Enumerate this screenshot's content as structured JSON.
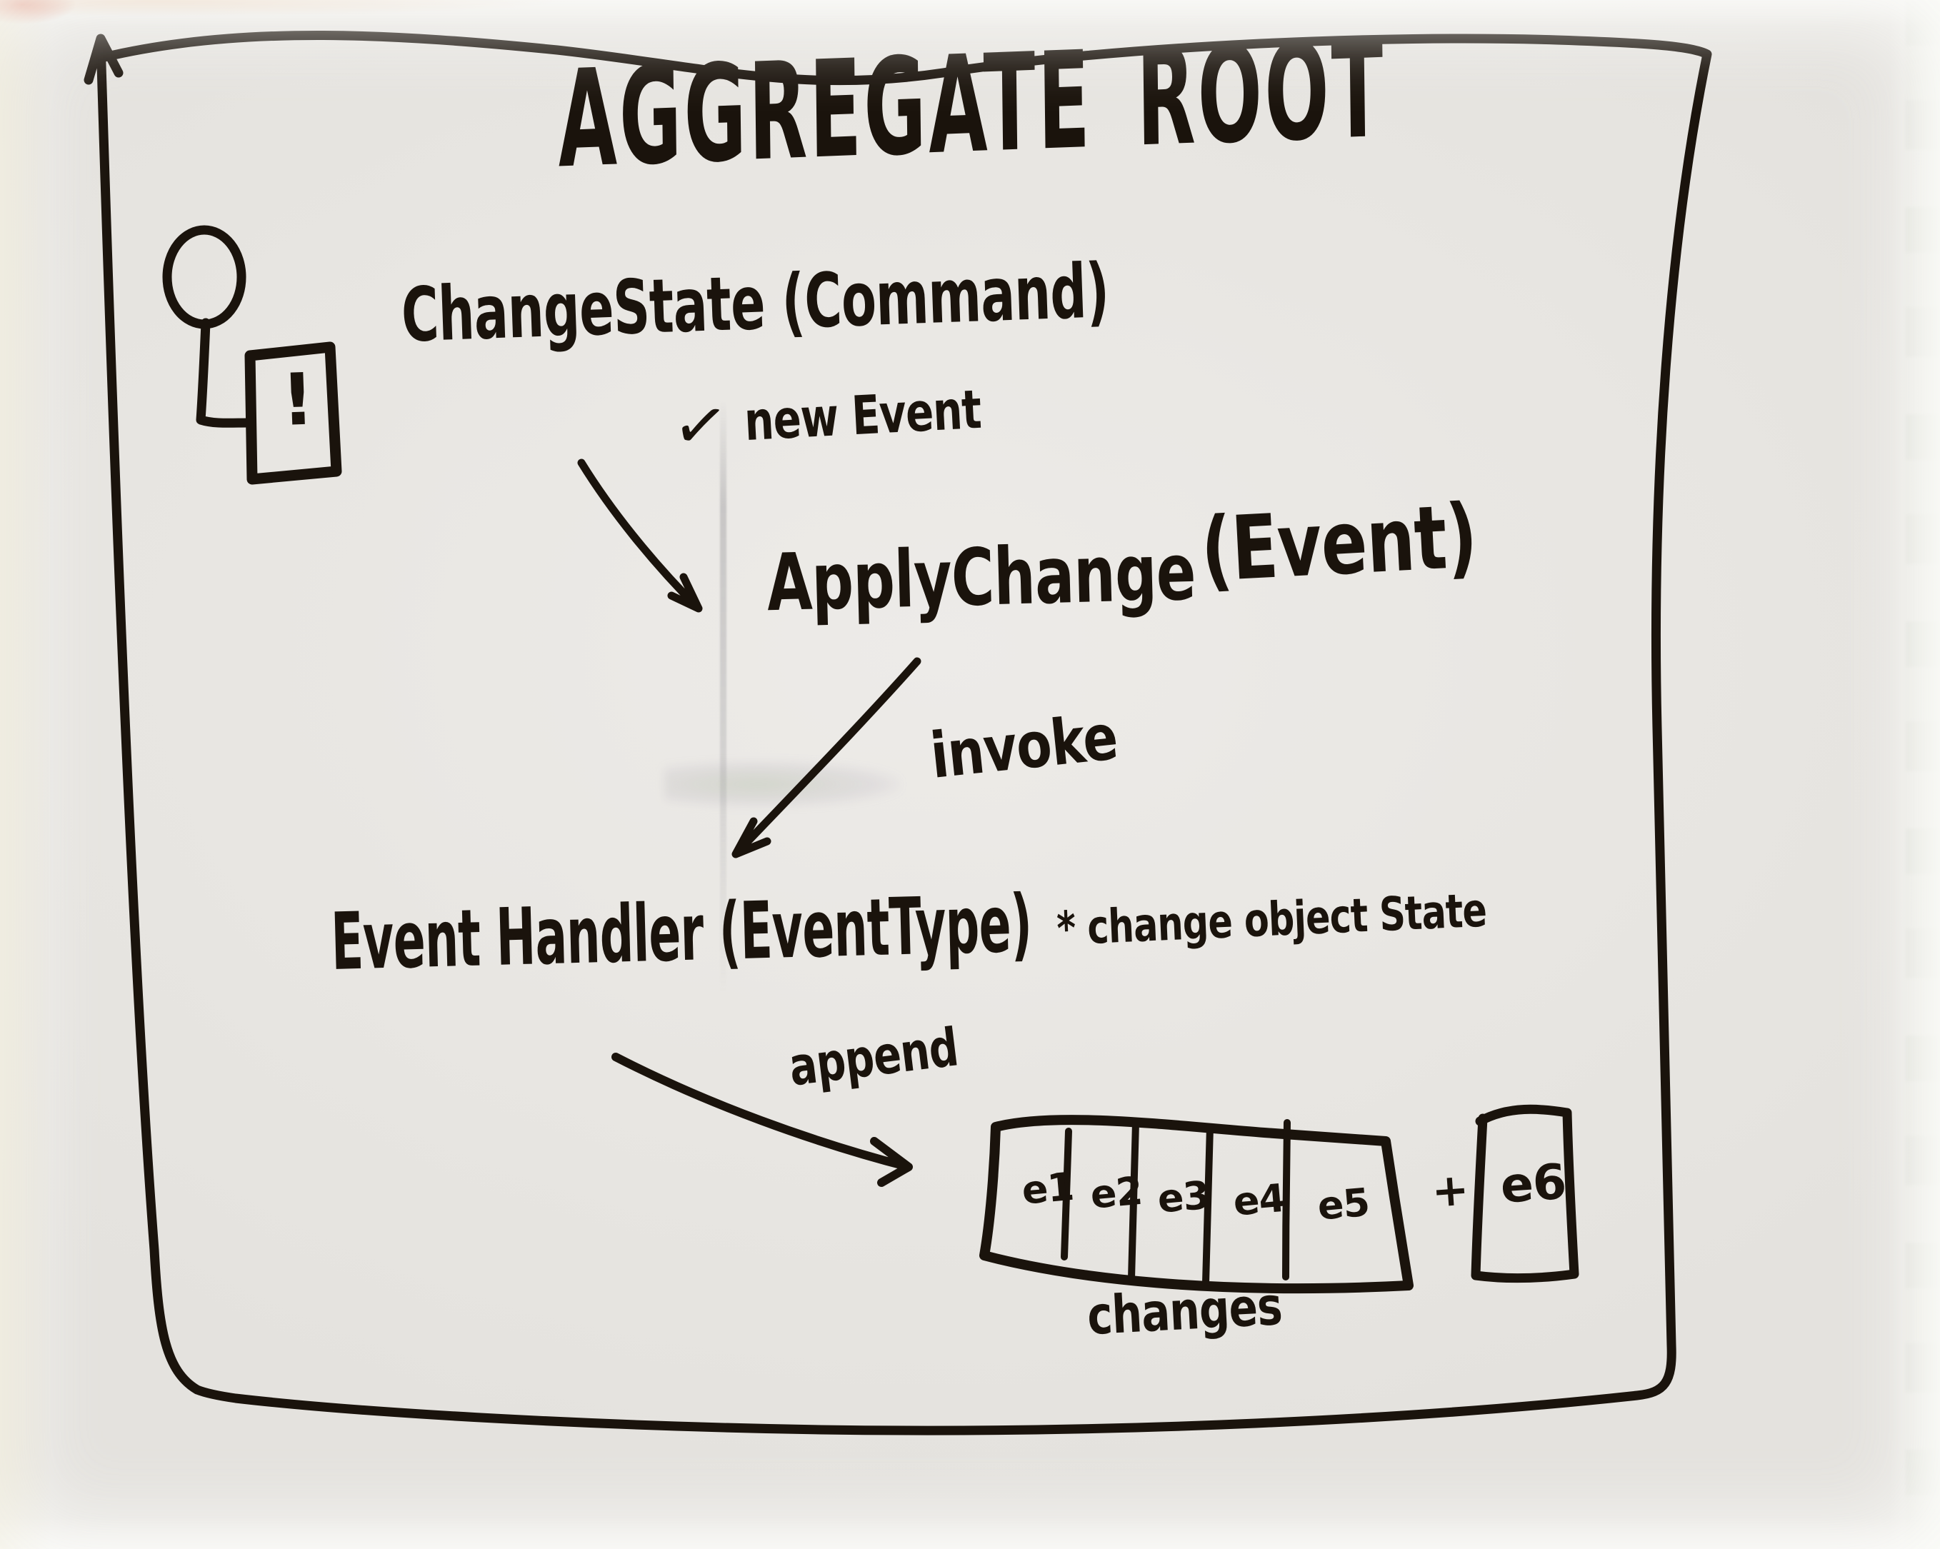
{
  "board": {
    "title": "AGGREGATE ROOT",
    "actor": {
      "exclamation": "!"
    },
    "flow": {
      "command_call": "ChangeState (Command)",
      "check_mark": "✓",
      "new_event_note": "new Event",
      "apply_call": "ApplyChange",
      "apply_arg": "(Event)",
      "invoke_label": "invoke",
      "handler_call": "Event Handler (EventType)",
      "handler_note": "* change object State",
      "append_label": "append",
      "caption_changes": "changes"
    },
    "event_stream": {
      "cells": [
        "e1",
        "e2",
        "e3",
        "e4",
        "e5"
      ],
      "plus": "+",
      "appended_cell": "e6"
    },
    "colors": {
      "ink": "#1a130c",
      "paper": "#e8e6e2"
    }
  }
}
